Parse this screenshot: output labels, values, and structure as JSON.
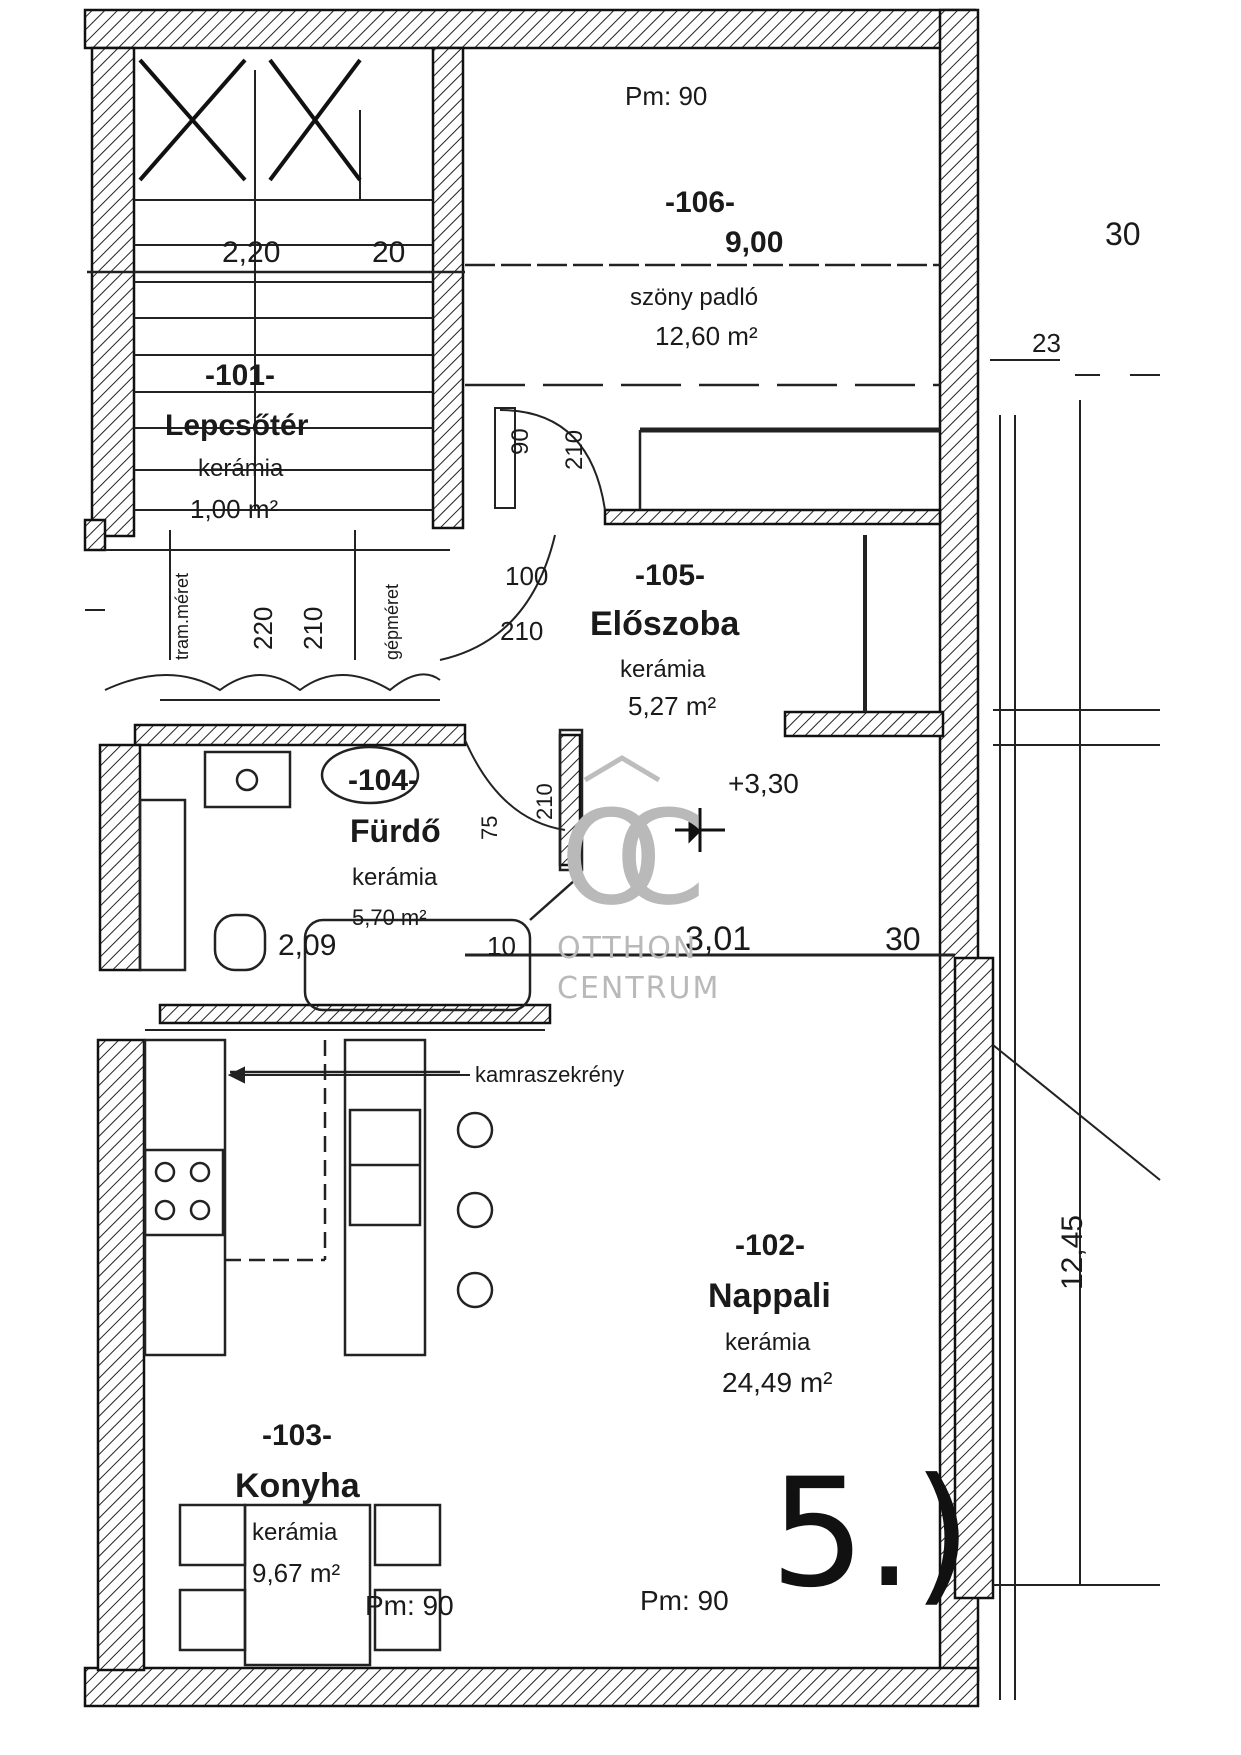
{
  "rooms": {
    "balcony": {
      "pm": "Pm: 90",
      "number": "-106-",
      "area_top": "9,00",
      "floor": "szöny padló",
      "area": "12,60 m²"
    },
    "stairs": {
      "number": "-101-",
      "name": "Lepcsőtér",
      "floor": "kerámia",
      "area": "1,00 m²",
      "dim_a": "2,20",
      "dim_b": "20"
    },
    "hall": {
      "number": "-105-",
      "name": "Előszoba",
      "floor": "kerámia",
      "area": "5,27 m²",
      "level": "+3,30"
    },
    "bath": {
      "number": "-104-",
      "name": "Fürdő",
      "floor": "kerámia",
      "area": "5,70 m²"
    },
    "living": {
      "number": "-102-",
      "name": "Nappali",
      "floor": "kerámia",
      "area": "24,49 m²",
      "pm": "Pm: 90"
    },
    "kitchen": {
      "number": "-103-",
      "name": "Konyha",
      "floor": "kerámia",
      "area": "9,67 m²",
      "pm": "Pm: 90"
    }
  },
  "door_labels": {
    "d1_w": "90",
    "d1_h": "210",
    "d2_w": "100",
    "d2_h": "210",
    "d3_w": "220",
    "d3_h": "210",
    "d4_w": "75",
    "d4_h": "210",
    "left_a": "tram.méret",
    "left_b": "gépméret"
  },
  "dims": {
    "right_top": "30",
    "right_small": "23",
    "vertical": "12,45",
    "bath_width": "2,09",
    "bath_small": "10",
    "hall_width": "3,01",
    "hall_right": "30"
  },
  "annotations": {
    "pantry": "kamraszekrény",
    "unit_number": "5.)"
  },
  "watermark": {
    "mono_a": "O",
    "mono_b": "C",
    "line1": "OTTHON",
    "line2": "CENTRUM"
  }
}
